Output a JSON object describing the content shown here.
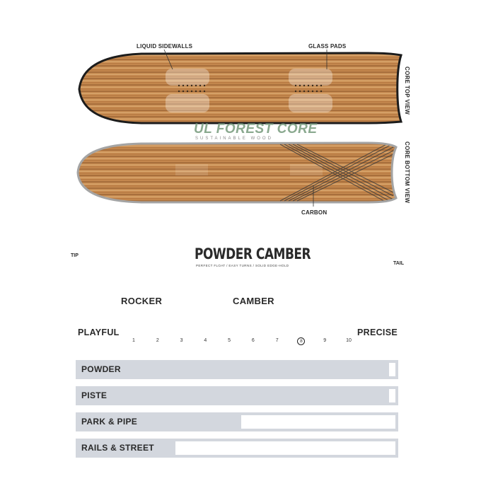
{
  "callouts": {
    "liquid_sidewalls": "LIQUID SIDEWALLS",
    "glass_pads": "GLASS PADS",
    "carbon": "CARBON",
    "core_top_view": "CORE TOP VIEW",
    "core_bottom_view": "CORE BOTTOM VIEW"
  },
  "core": {
    "title": "UL FOREST CORE",
    "subtitle": "SUSTAINABLE WOOD"
  },
  "profile": {
    "title": "POWDER CAMBER",
    "subtitle": "PERFECT FLOAT / EASY TURNS / SOLID EDGE-HOLD",
    "tip_label": "TIP",
    "tail_label": "TAIL",
    "rocker_label": "ROCKER",
    "camber_label": "CAMBER",
    "colors": {
      "rocker": "#2ea0d8",
      "camber": "#e0232e",
      "ends": "#a9a9a9"
    }
  },
  "scale": {
    "left_label": "PLAYFUL",
    "right_label": "PRECISE",
    "ticks": [
      "1",
      "2",
      "3",
      "4",
      "5",
      "6",
      "7",
      "8",
      "9",
      "10"
    ],
    "selected": 8
  },
  "terrain": [
    {
      "label": "POWDER",
      "rating": 0.98
    },
    {
      "label": "PISTE",
      "rating": 0.98
    },
    {
      "label": "PARK & PIPE",
      "rating": 0.51
    },
    {
      "label": "RAILS & STREET",
      "rating": 0.3
    }
  ]
}
